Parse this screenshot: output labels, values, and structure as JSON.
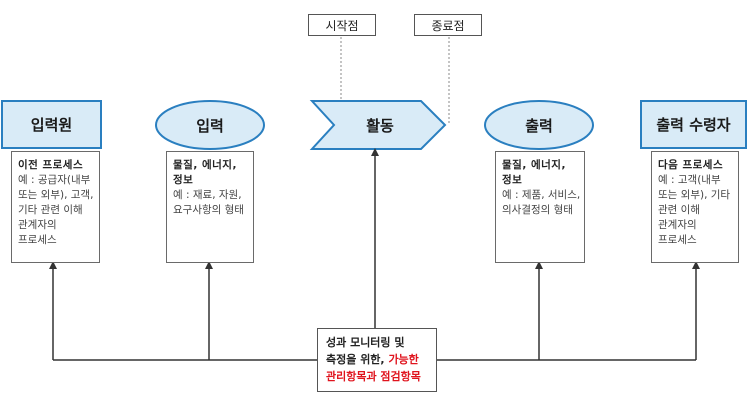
{
  "nodes": {
    "input_source": {
      "label": "입력원",
      "head": [
        "이전 프로세스"
      ],
      "body": [
        "예 : 공급자(내부",
        "또는 외부), 고객,",
        "기타 관련 이해",
        "관계자의",
        "프로세스"
      ]
    },
    "input": {
      "label": "입력",
      "head": [
        "물질, 에너지,",
        "정보"
      ],
      "body": [
        "예 : 재료, 자원,",
        "요구사항의 형태"
      ]
    },
    "activity": {
      "label": "활동"
    },
    "output": {
      "label": "출력",
      "head": [
        "물질, 에너지,",
        "정보"
      ],
      "body": [
        "예 : 제품, 서비스,",
        "의사결정의 형태"
      ]
    },
    "output_receiver": {
      "label": "출력 수령자",
      "head": [
        "다음 프로세스"
      ],
      "body": [
        "예 : 고객(내부",
        "또는 외부), 기타",
        "관련 이해",
        "관계자의",
        "프로세스"
      ]
    }
  },
  "tags": {
    "start": "시작점",
    "end": "종료점"
  },
  "center_note": {
    "line1": "성과 모니터링 및",
    "line2_prefix": "측정을 위한, ",
    "line2_highlight": "가능한",
    "line3_highlight": "관리항목과 점검항목"
  },
  "colors": {
    "node_fill": "#d9ebf7",
    "node_stroke": "#2a7fc0",
    "highlight_text": "#e0141e",
    "line": "#333333"
  }
}
